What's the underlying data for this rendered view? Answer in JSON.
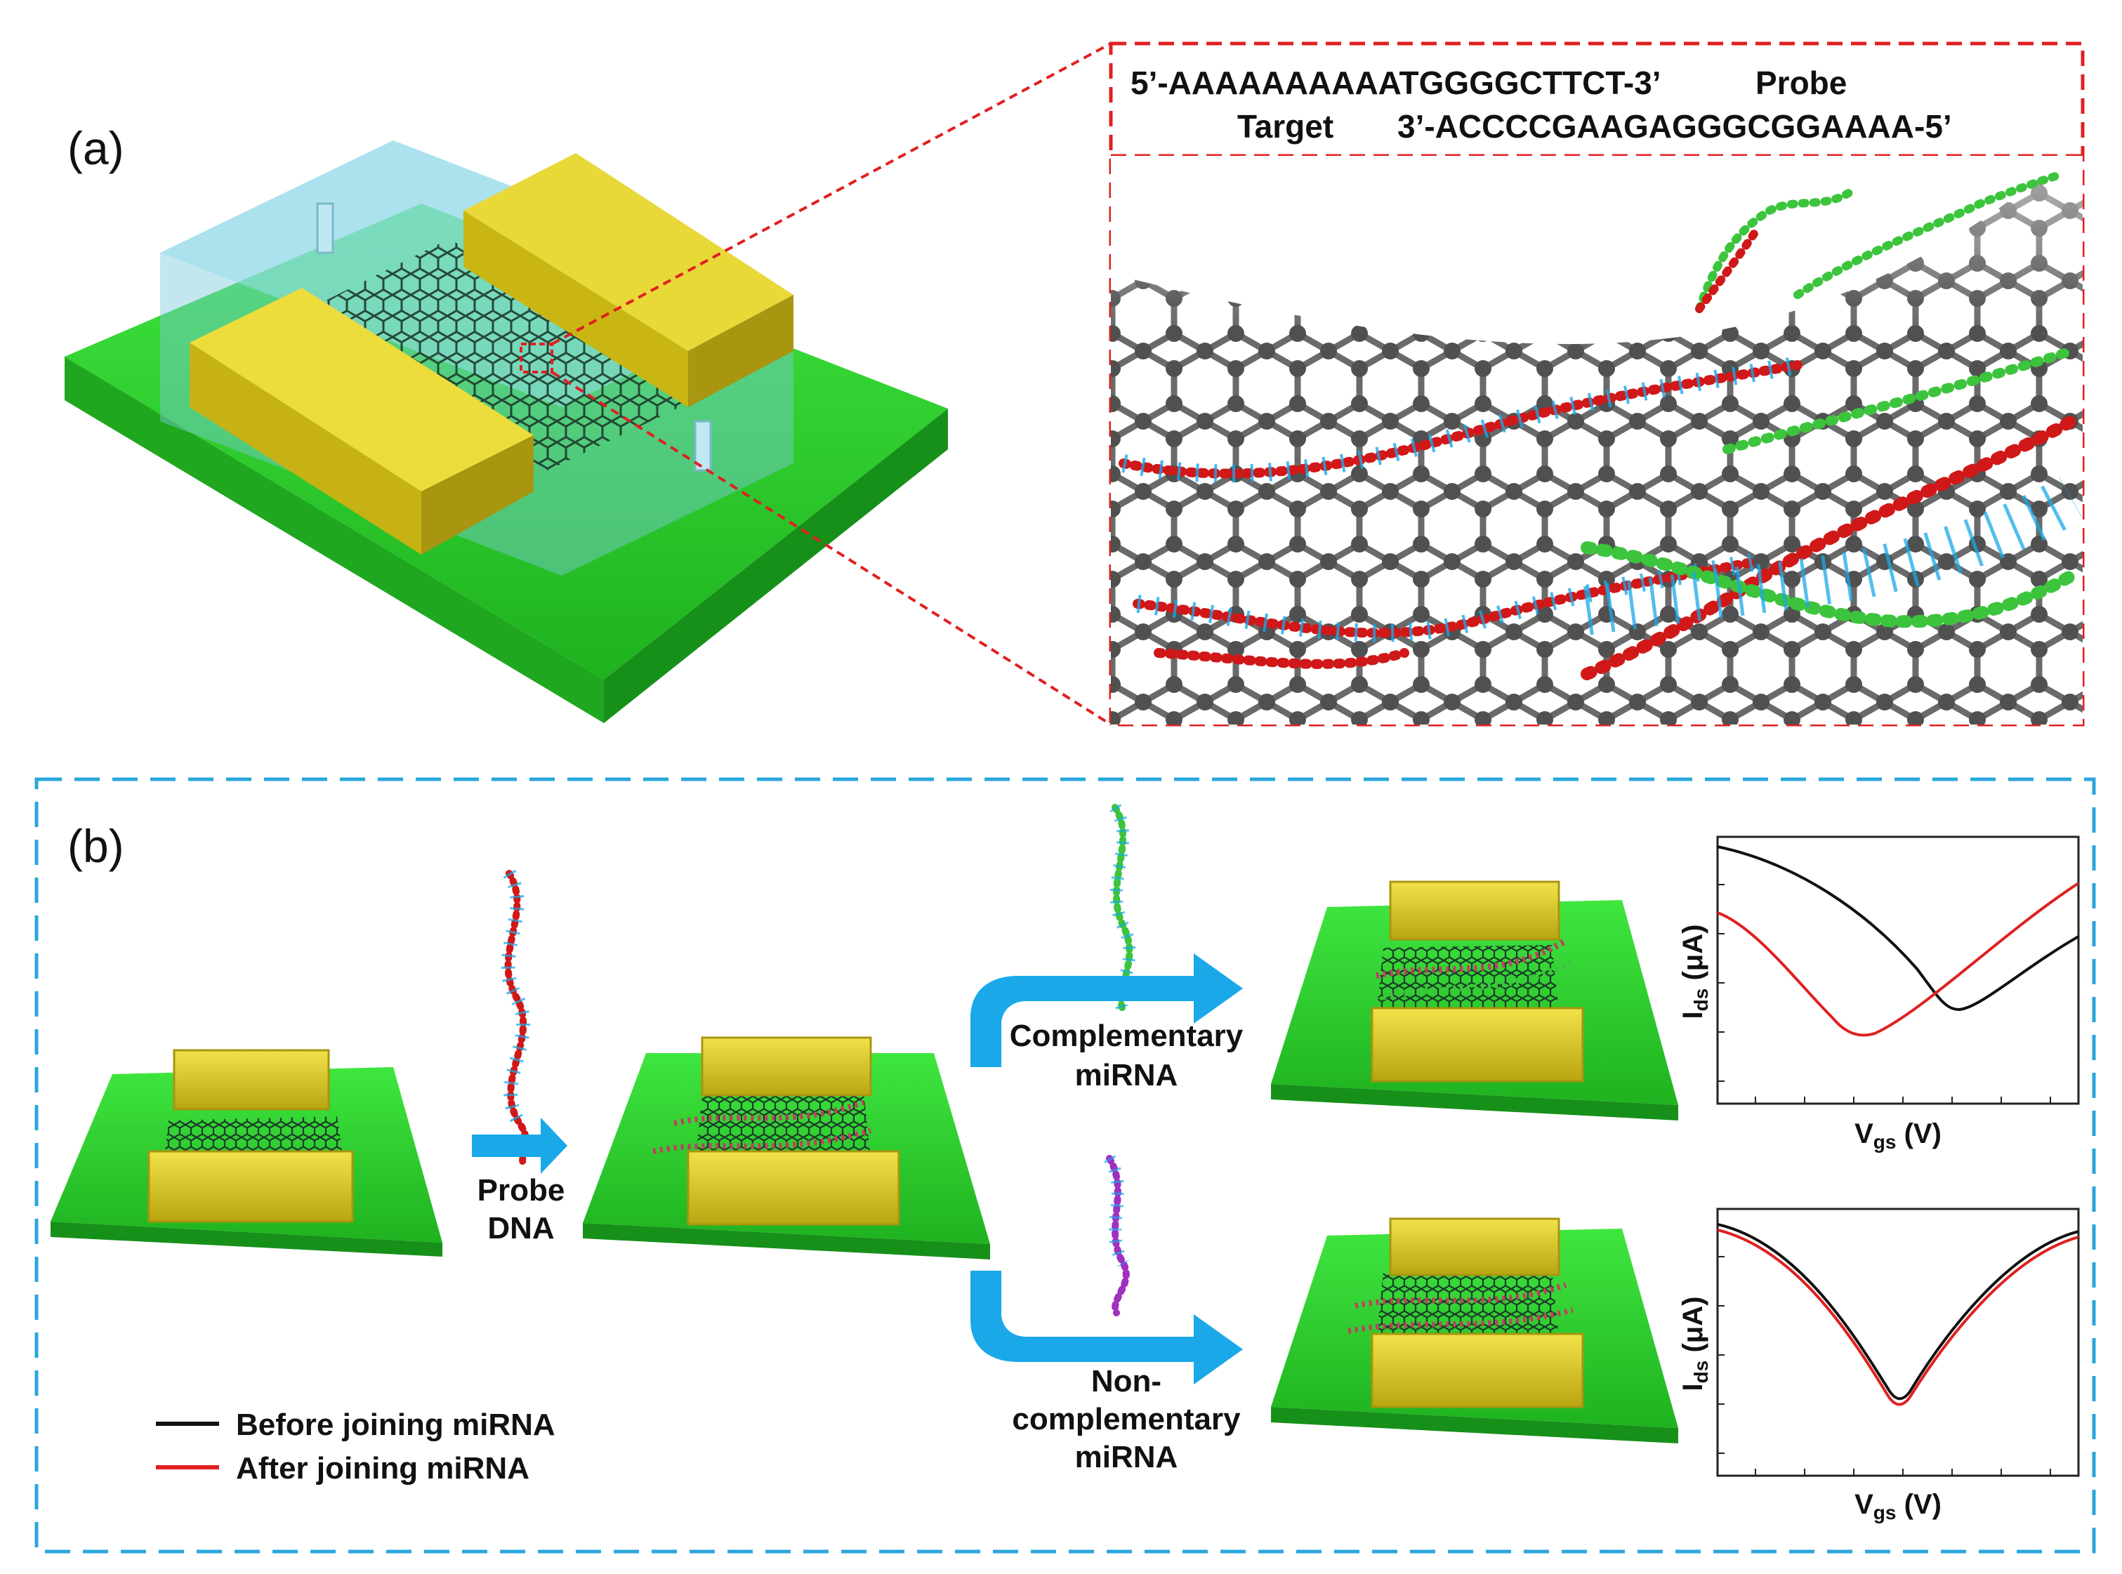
{
  "panel_a": {
    "label": "(a)",
    "probe_sequence": "5’-AAAAAAAAAATGGGGCTTCT-3’",
    "probe_label": "Probe",
    "target_label": "Target",
    "target_sequence": "3’-ACCCCGAAGAGGGCGGAAAA-5’"
  },
  "panel_b": {
    "label": "(b)",
    "step1_label_line1": "Probe",
    "step1_label_line2": "DNA",
    "branch_top_line1": "Complementary",
    "branch_top_line2": "miRNA",
    "branch_bottom_line1": "Non-",
    "branch_bottom_line2": "complementary",
    "branch_bottom_line3": "miRNA",
    "legend": [
      {
        "label": "Before joining miRNA",
        "color": "#111111"
      },
      {
        "label": "After joining miRNA",
        "color": "#e02020"
      }
    ],
    "plots": [
      {
        "ylabel_main": "I",
        "ylabel_sub": "ds",
        "ylabel_unit": " (μA)",
        "xlabel_main": "V",
        "xlabel_sub": "gs",
        "xlabel_unit": " (V)"
      },
      {
        "ylabel_main": "I",
        "ylabel_sub": "ds",
        "ylabel_unit": " (μA)",
        "xlabel_main": "V",
        "xlabel_sub": "gs",
        "xlabel_unit": " (V)"
      }
    ]
  },
  "colors": {
    "substrate_green": "#2fd62f",
    "electrode_gold": "#d6c21a",
    "chamber_blue": "#8fd8e8",
    "arrow_blue": "#1aa8e8",
    "zoom_red": "#e02020",
    "frame_blue": "#2aa6dd",
    "probe_red": "#d01818",
    "complementary_green": "#3cc43c",
    "noncomplementary_purple": "#a030c0",
    "graphene_gray": "#555555"
  },
  "icons": [
    "graphene-fet-device",
    "dna-strand",
    "graphene-lattice"
  ]
}
